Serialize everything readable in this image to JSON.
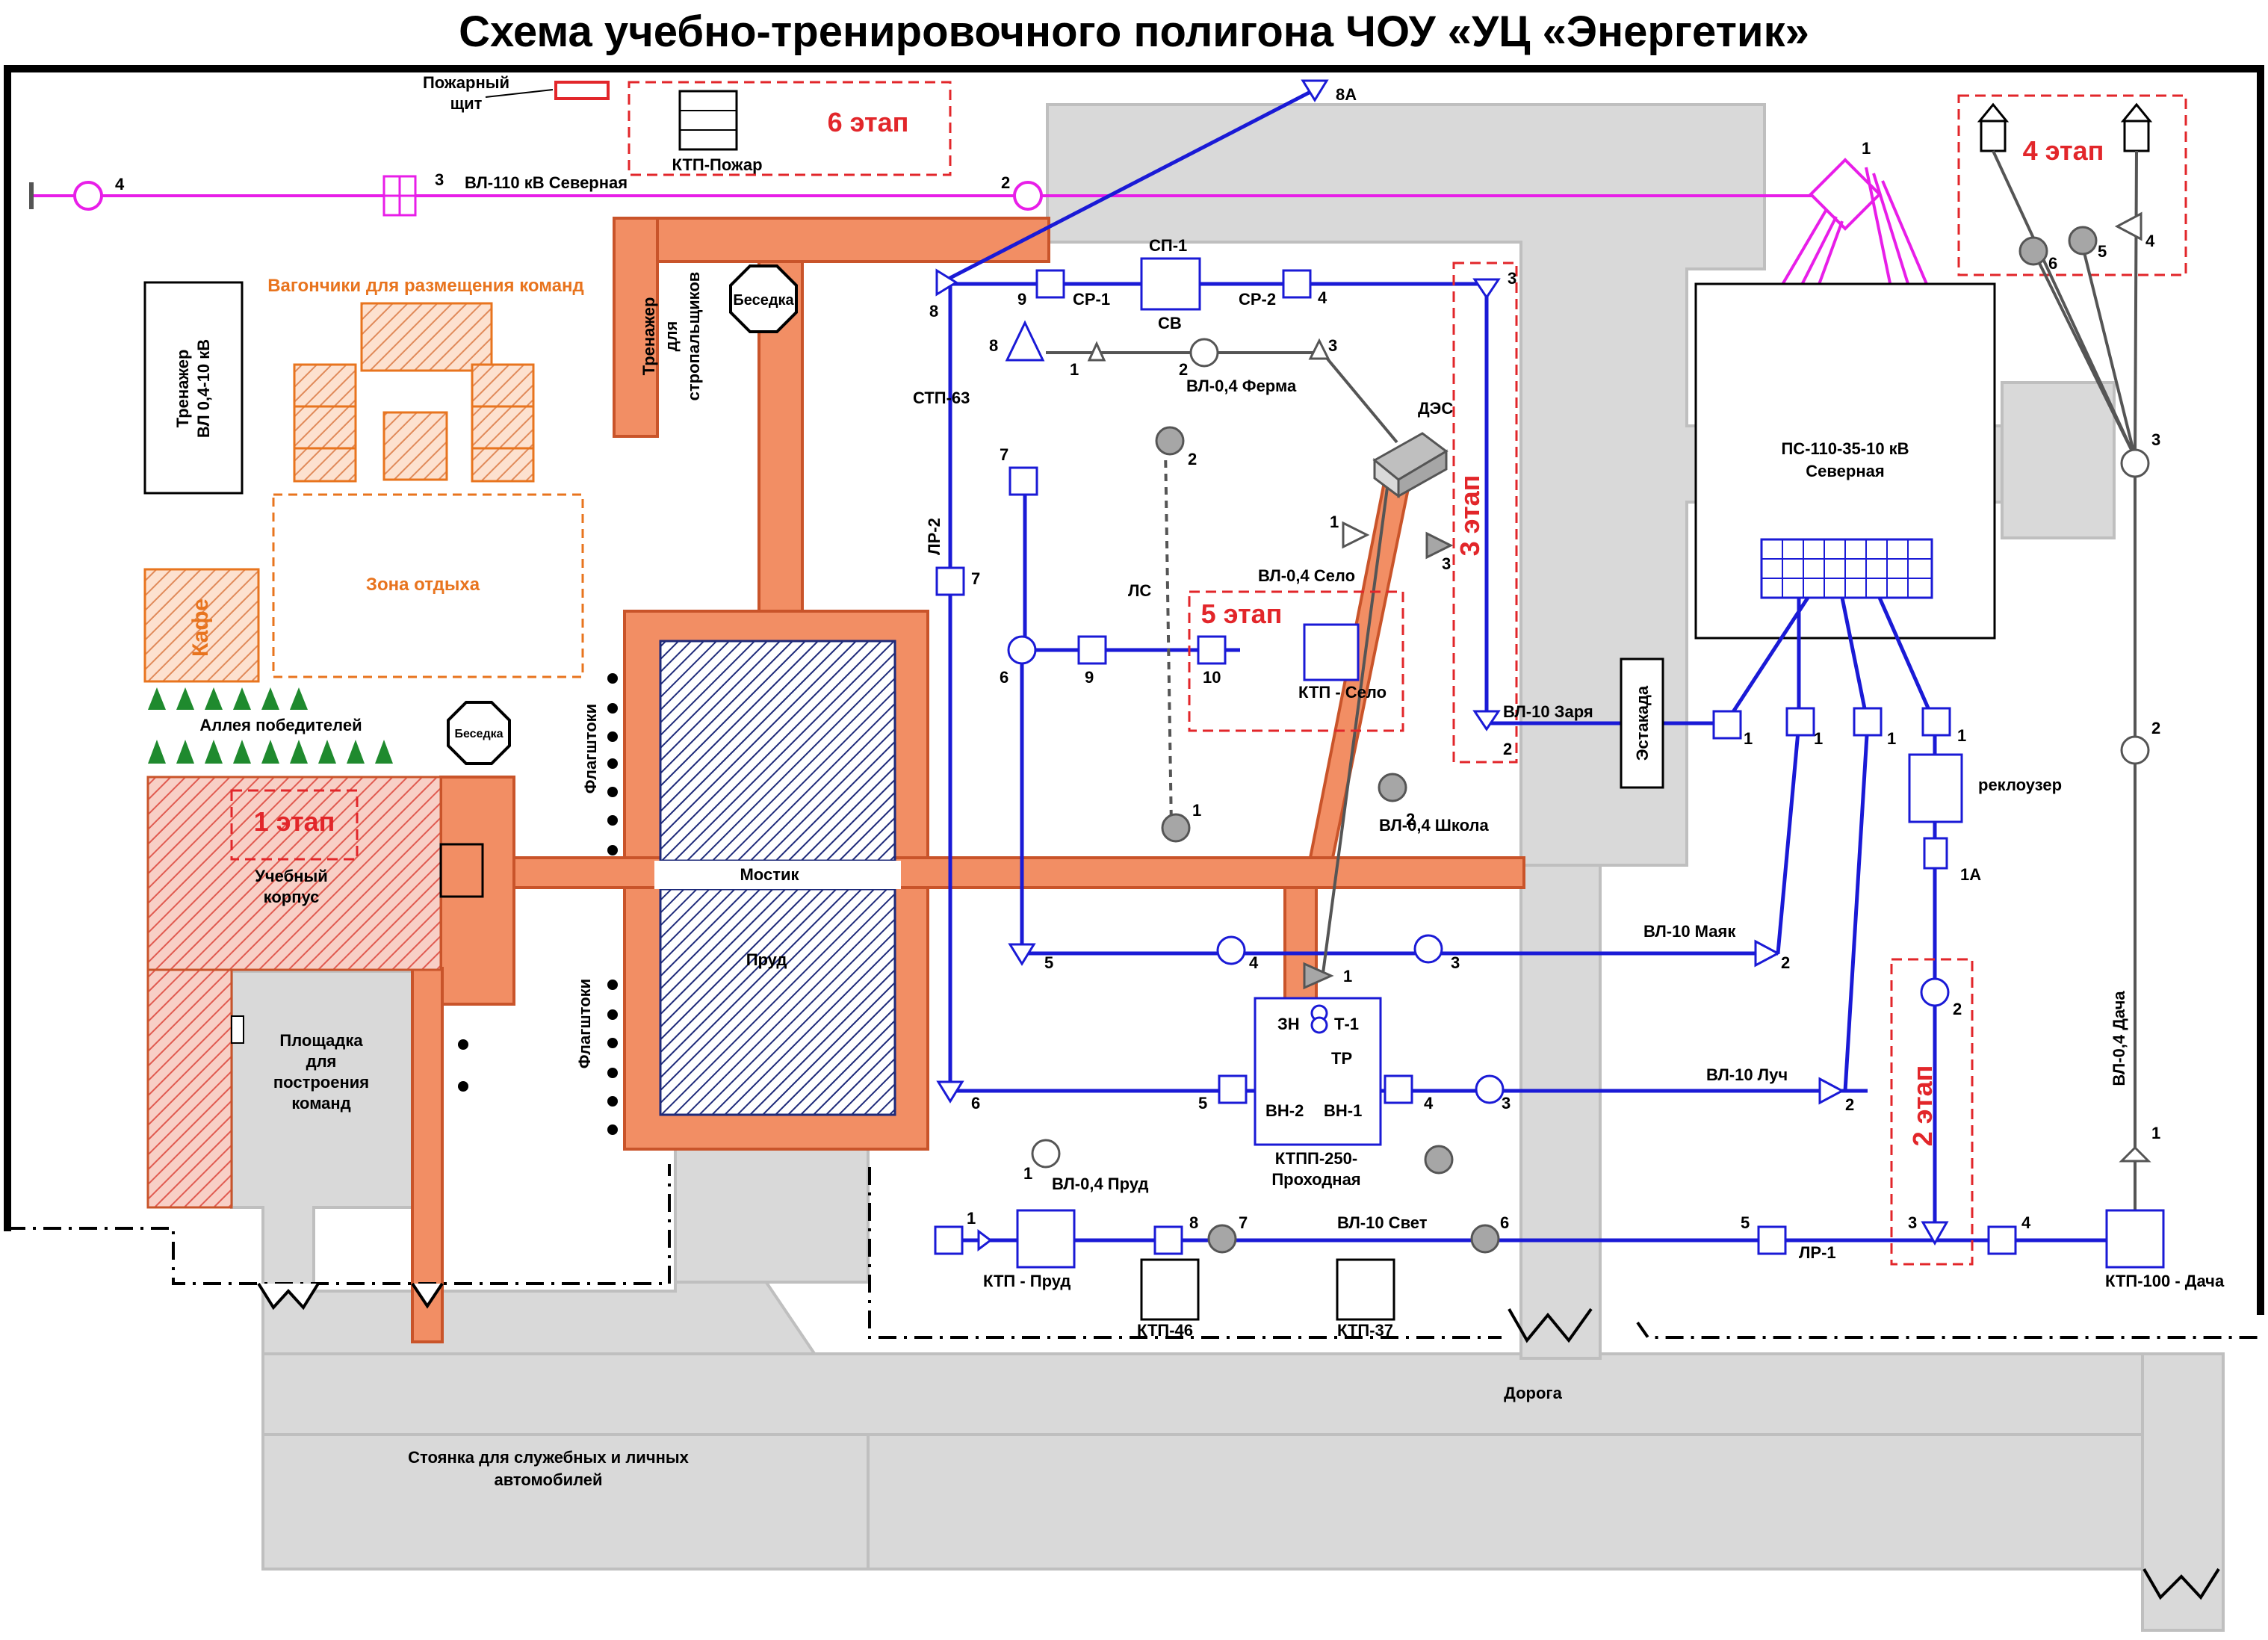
{
  "title": "Схема учебно-тренировочного полигона ЧОУ «УЦ «Энергетик»",
  "labels": {
    "fire_shield": [
      "Пожарный",
      "щит"
    ],
    "vl110": "ВЛ-110 кВ Северная",
    "ktp_pozhar": "КТП-Пожар",
    "stage6": "6 этап",
    "stage5": "5 этап",
    "stage4": "4 этап",
    "stage3": "3 этап",
    "stage2": "2 этап",
    "stage1": "1 этап",
    "wagons": "Вагончики для размещения команд",
    "trainer_vl": [
      "Тренажер",
      "ВЛ 0,4-10 кВ"
    ],
    "rest_zone": "Зона отдыха",
    "cafe": "Кафе",
    "alley": "Аллея победителей",
    "gazebo": "Беседка",
    "trainer_slinger": [
      "Тренажер",
      "для",
      "стропальщиков"
    ],
    "edu_building": [
      "Учебный",
      "корпус"
    ],
    "platform": [
      "Площадка",
      "для",
      "построения",
      "команд"
    ],
    "bridge": "Мостик",
    "pond": "Пруд",
    "flagpoles": "Флагштоки",
    "parking": [
      "Стоянка для служебных и личных",
      "автомобилей"
    ],
    "road": "Дорога",
    "sp1": "СП-1",
    "sv": "СВ",
    "sr1": "СР-1",
    "sr2": "СР-2",
    "stp63": "СТП-63",
    "vl04_ferma": "ВЛ-0,4 Ферма",
    "des": "ДЭС",
    "lr2": "ЛР-2",
    "ls": "ЛС",
    "vl04_selo": "ВЛ-0,4 Село",
    "ktp_selo": "КТП - Село",
    "vl10_zarya": "ВЛ-10 Заря",
    "estakada": "Эстакада",
    "vl04_shkola": "ВЛ-0,4 Школа",
    "vl10_mayak": "ВЛ-10 Маяк",
    "vl10_luch": "ВЛ-10 Луч",
    "zn": "ЗН",
    "t1": "Т-1",
    "tr": "ТР",
    "vn2": "ВН-2",
    "vn1": "ВН-1",
    "ktpp": [
      "КТПП-250-",
      "Проходная"
    ],
    "vl04_prud": "ВЛ-0,4 Пруд",
    "ktp_prud": "КТП - Пруд",
    "ktp46": "КТП-46",
    "ktp37": "КТП-37",
    "vl10_svet": "ВЛ-10 Свет",
    "lr1": "ЛР-1",
    "ktp100": "КТП-100 - Дача",
    "vl04_dacha": "ВЛ-0,4 Дача",
    "ps": [
      "ПС-110-35-10 кВ",
      "Северная"
    ],
    "recloser": "реклоузер",
    "n8a": "8А",
    "n1a": "1А",
    "n1": "1",
    "n2": "2",
    "n3": "3",
    "n4": "4",
    "n5": "5",
    "n6": "6",
    "n7": "7",
    "n8": "8",
    "n9": "9",
    "n10": "10"
  },
  "colors": {
    "line_10kv": "#1a1ad6",
    "line_110kv": "#e81ee8",
    "road_path": "#f28e64",
    "stage_marker": "#e2262a",
    "zone_label": "#e8741e"
  }
}
